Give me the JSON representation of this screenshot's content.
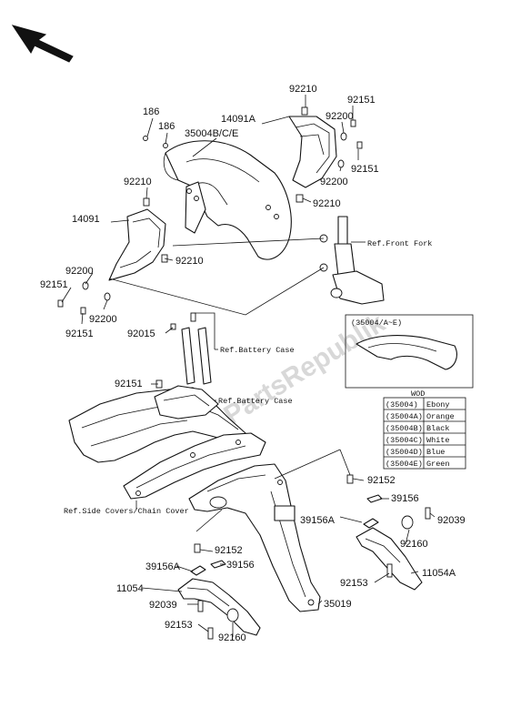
{
  "labels": {
    "p186a": "186",
    "p186b": "186",
    "p35004bce": "35004B/C/E",
    "p14091a": "14091A",
    "p92210a": "92210",
    "p92151a": "92151",
    "p92200a": "92200",
    "p92151b": "92151",
    "p92200b": "92200",
    "p92210b": "92210",
    "p92210c": "92210",
    "p14091": "14091",
    "p92210d": "92210",
    "p92200c": "92200",
    "p92151c": "92151",
    "p92200d": "92200",
    "p92151d": "92151",
    "p92015": "92015",
    "p92151e": "92151",
    "p92152a": "92152",
    "p39156a": "39156",
    "p39156Aa": "39156A",
    "p92039a": "92039",
    "p92160a": "92160",
    "p92153a": "92153",
    "p11054A": "11054A",
    "p35019": "35019",
    "p92152b": "92152",
    "p39156Ab": "39156A",
    "p39156b": "39156",
    "p11054": "11054",
    "p92039b": "92039",
    "p92153b": "92153",
    "p92160b": "92160"
  },
  "refs": {
    "front_fork": "Ref.Front Fork",
    "battery_case_1": "Ref.Battery Case",
    "battery_case_2": "Ref.Battery Case",
    "side_covers": "Ref.Side Covers/Chain Cover"
  },
  "inset": {
    "title": "(35004/A~E)"
  },
  "color_table": {
    "header": "WOD",
    "rows": [
      {
        "code": "(35004)",
        "color": "Ebony"
      },
      {
        "code": "(35004A)",
        "color": "Orange"
      },
      {
        "code": "(35004B)",
        "color": "Black"
      },
      {
        "code": "(35004C)",
        "color": "White"
      },
      {
        "code": "(35004D)",
        "color": "Blue"
      },
      {
        "code": "(35004E)",
        "color": "Green"
      }
    ]
  },
  "watermark": "PartsRepublik",
  "icons": {
    "orientation": "direction-arrow-icon"
  }
}
